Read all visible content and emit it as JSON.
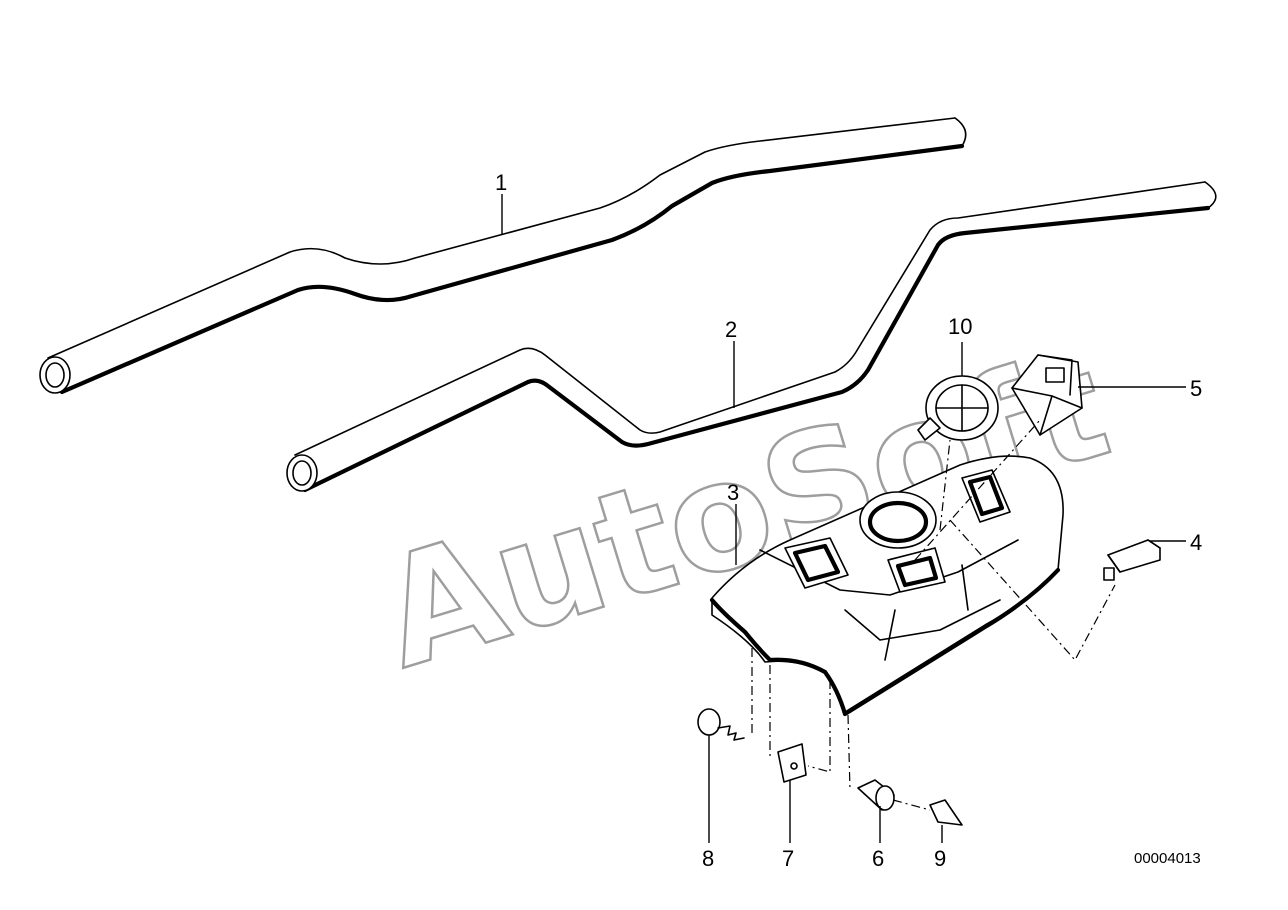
{
  "watermark": "AutoSoft",
  "diagram_number": "00004013",
  "callouts": [
    {
      "part": "handlebar-1",
      "label": "1"
    },
    {
      "part": "handlebar-2",
      "label": "2"
    },
    {
      "part": "cover-3",
      "label": "3"
    },
    {
      "part": "lamp-4",
      "label": "4"
    },
    {
      "part": "switch-5",
      "label": "5"
    },
    {
      "part": "nut-6",
      "label": "6"
    },
    {
      "part": "clip-7",
      "label": "7"
    },
    {
      "part": "screw-8",
      "label": "8"
    },
    {
      "part": "screw-9",
      "label": "9"
    },
    {
      "part": "badge-10",
      "label": "10"
    }
  ]
}
